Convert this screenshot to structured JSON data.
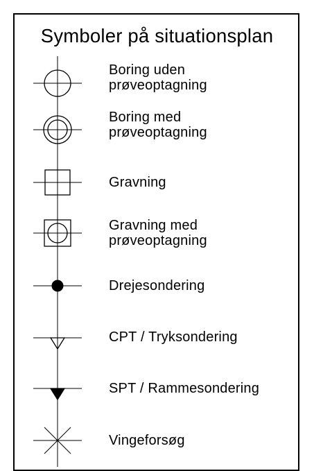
{
  "title": "Symboler på situationsplan",
  "items": [
    {
      "symbol": "circle-crosshair-icon",
      "lines": [
        "Boring uden",
        "prøveoptagning"
      ]
    },
    {
      "symbol": "double-circle-crosshair-icon",
      "lines": [
        "Boring med",
        "prøveoptagning"
      ]
    },
    {
      "symbol": "square-crosshair-icon",
      "lines": [
        "Gravning"
      ]
    },
    {
      "symbol": "square-circle-crosshair-icon",
      "lines": [
        "Gravning med",
        "prøveoptagning"
      ]
    },
    {
      "symbol": "filled-dot-crosshair-icon",
      "lines": [
        "Drejesondering"
      ]
    },
    {
      "symbol": "open-triangle-crosshair-icon",
      "lines": [
        "CPT / Tryksondering"
      ]
    },
    {
      "symbol": "filled-triangle-crosshair-icon",
      "lines": [
        "SPT / Rammesondering"
      ]
    },
    {
      "symbol": "asterisk-crosshair-icon",
      "lines": [
        "Vingeforsøg"
      ]
    }
  ],
  "colors": {
    "ink": "#000000",
    "background": "#ffffff"
  }
}
